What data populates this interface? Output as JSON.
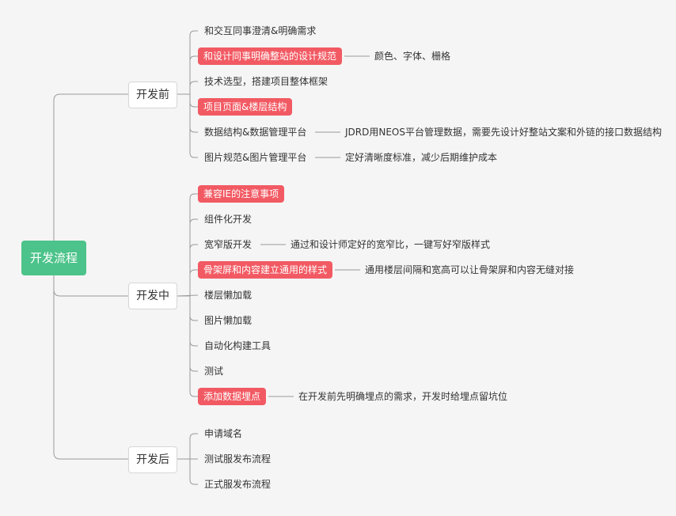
{
  "root": {
    "label": "开发流程"
  },
  "phases": [
    {
      "label": "开发前",
      "items": [
        {
          "label": "和交互同事澄清&明确需求",
          "highlight": false,
          "note": ""
        },
        {
          "label": "和设计同事明确整站的设计规范",
          "highlight": true,
          "note": "颜色、字体、栅格"
        },
        {
          "label": "技术选型，搭建项目整体框架",
          "highlight": false,
          "note": ""
        },
        {
          "label": "项目页面&楼层结构",
          "highlight": true,
          "note": ""
        },
        {
          "label": "数据结构&数据管理平台",
          "highlight": false,
          "note": "JDRD用NEOS平台管理数据，需要先设计好整站文案和外链的接口数据结构"
        },
        {
          "label": "图片规范&图片管理平台",
          "highlight": false,
          "note": "定好清晰度标准，减少后期维护成本"
        }
      ]
    },
    {
      "label": "开发中",
      "items": [
        {
          "label": "兼容IE的注意事项",
          "highlight": true,
          "note": ""
        },
        {
          "label": "组件化开发",
          "highlight": false,
          "note": ""
        },
        {
          "label": "宽窄版开发",
          "highlight": false,
          "note": "通过和设计师定好的宽窄比，一键写好窄版样式"
        },
        {
          "label": "骨架屏和内容建立通用的样式",
          "highlight": true,
          "note": "通用楼层间隔和宽高可以让骨架屏和内容无缝对接"
        },
        {
          "label": "楼层懒加载",
          "highlight": false,
          "note": ""
        },
        {
          "label": "图片懒加载",
          "highlight": false,
          "note": ""
        },
        {
          "label": "自动化构建工具",
          "highlight": false,
          "note": ""
        },
        {
          "label": "测试",
          "highlight": false,
          "note": ""
        },
        {
          "label": "添加数据埋点",
          "highlight": true,
          "note": "在开发前先明确埋点的需求，开发时给埋点留坑位"
        }
      ]
    },
    {
      "label": "开发后",
      "items": [
        {
          "label": "申请域名",
          "highlight": false,
          "note": ""
        },
        {
          "label": "测试服发布流程",
          "highlight": false,
          "note": ""
        },
        {
          "label": "正式服发布流程",
          "highlight": false,
          "note": ""
        }
      ]
    }
  ],
  "colors": {
    "root": "#4cc38a",
    "highlight": "#f25a63",
    "line": "#999999",
    "background": "#f5f5f5"
  }
}
